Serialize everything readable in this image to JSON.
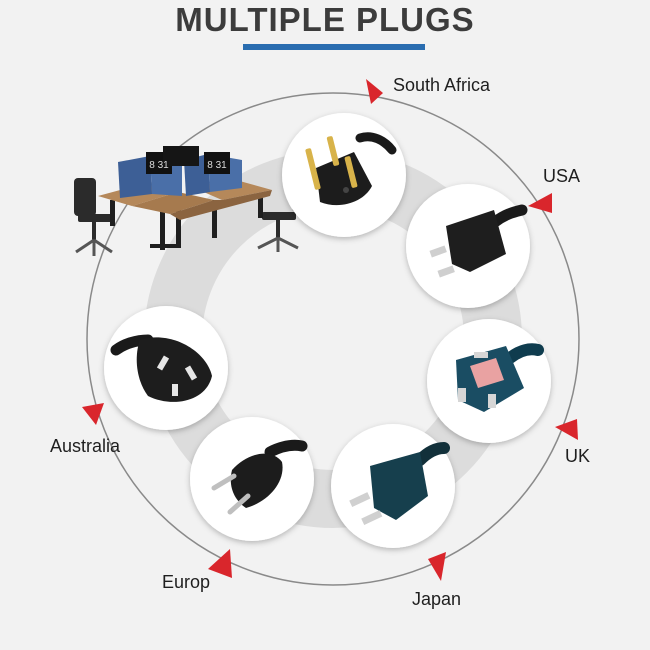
{
  "header": {
    "title": "MULTIPLE PLUGS"
  },
  "plugs": [
    {
      "id": "south-africa",
      "label": "South Africa"
    },
    {
      "id": "usa",
      "label": "USA"
    },
    {
      "id": "uk",
      "label": "UK"
    },
    {
      "id": "japan",
      "label": "Japan"
    },
    {
      "id": "europe",
      "label": "Europ"
    },
    {
      "id": "australia",
      "label": "Australia"
    }
  ],
  "desk": {
    "monitor_text_left": "8 31",
    "monitor_text_right": "8 31"
  },
  "colors": {
    "accent_bar": "#2a6db0",
    "arrow": "#d9262c",
    "ring": "#dedede",
    "outer_circle": "#8a8a8a"
  }
}
